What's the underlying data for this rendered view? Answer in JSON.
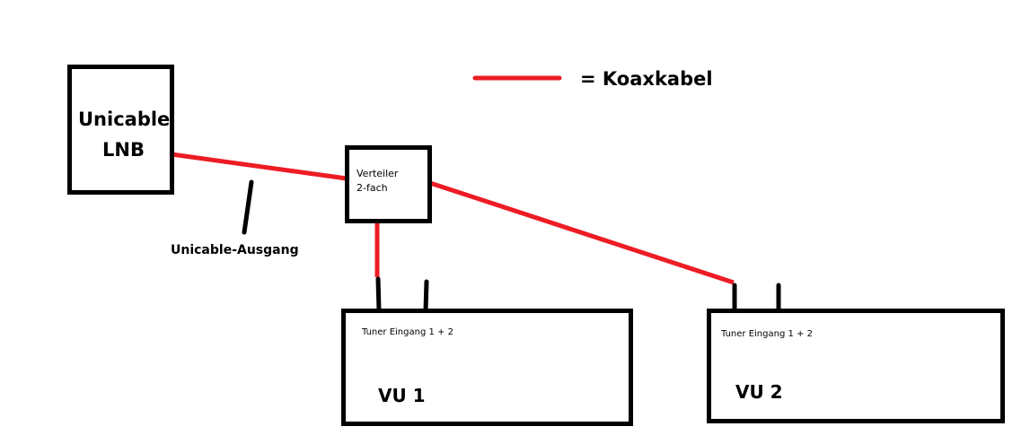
{
  "colors": {
    "coax": "#ed1c24",
    "outline": "#000000"
  },
  "legend": {
    "label": "= Koaxkabel"
  },
  "lnb": {
    "line1": "Unicable",
    "line2": "LNB"
  },
  "output_label": "Unicable-Ausgang",
  "splitter": {
    "line1": "Verteiler",
    "line2": "2-fach"
  },
  "receivers": [
    {
      "tuner_label": "Tuner Eingang 1 + 2",
      "name": "VU 1"
    },
    {
      "tuner_label": "Tuner Eingang 1 + 2",
      "name": "VU 2"
    }
  ]
}
